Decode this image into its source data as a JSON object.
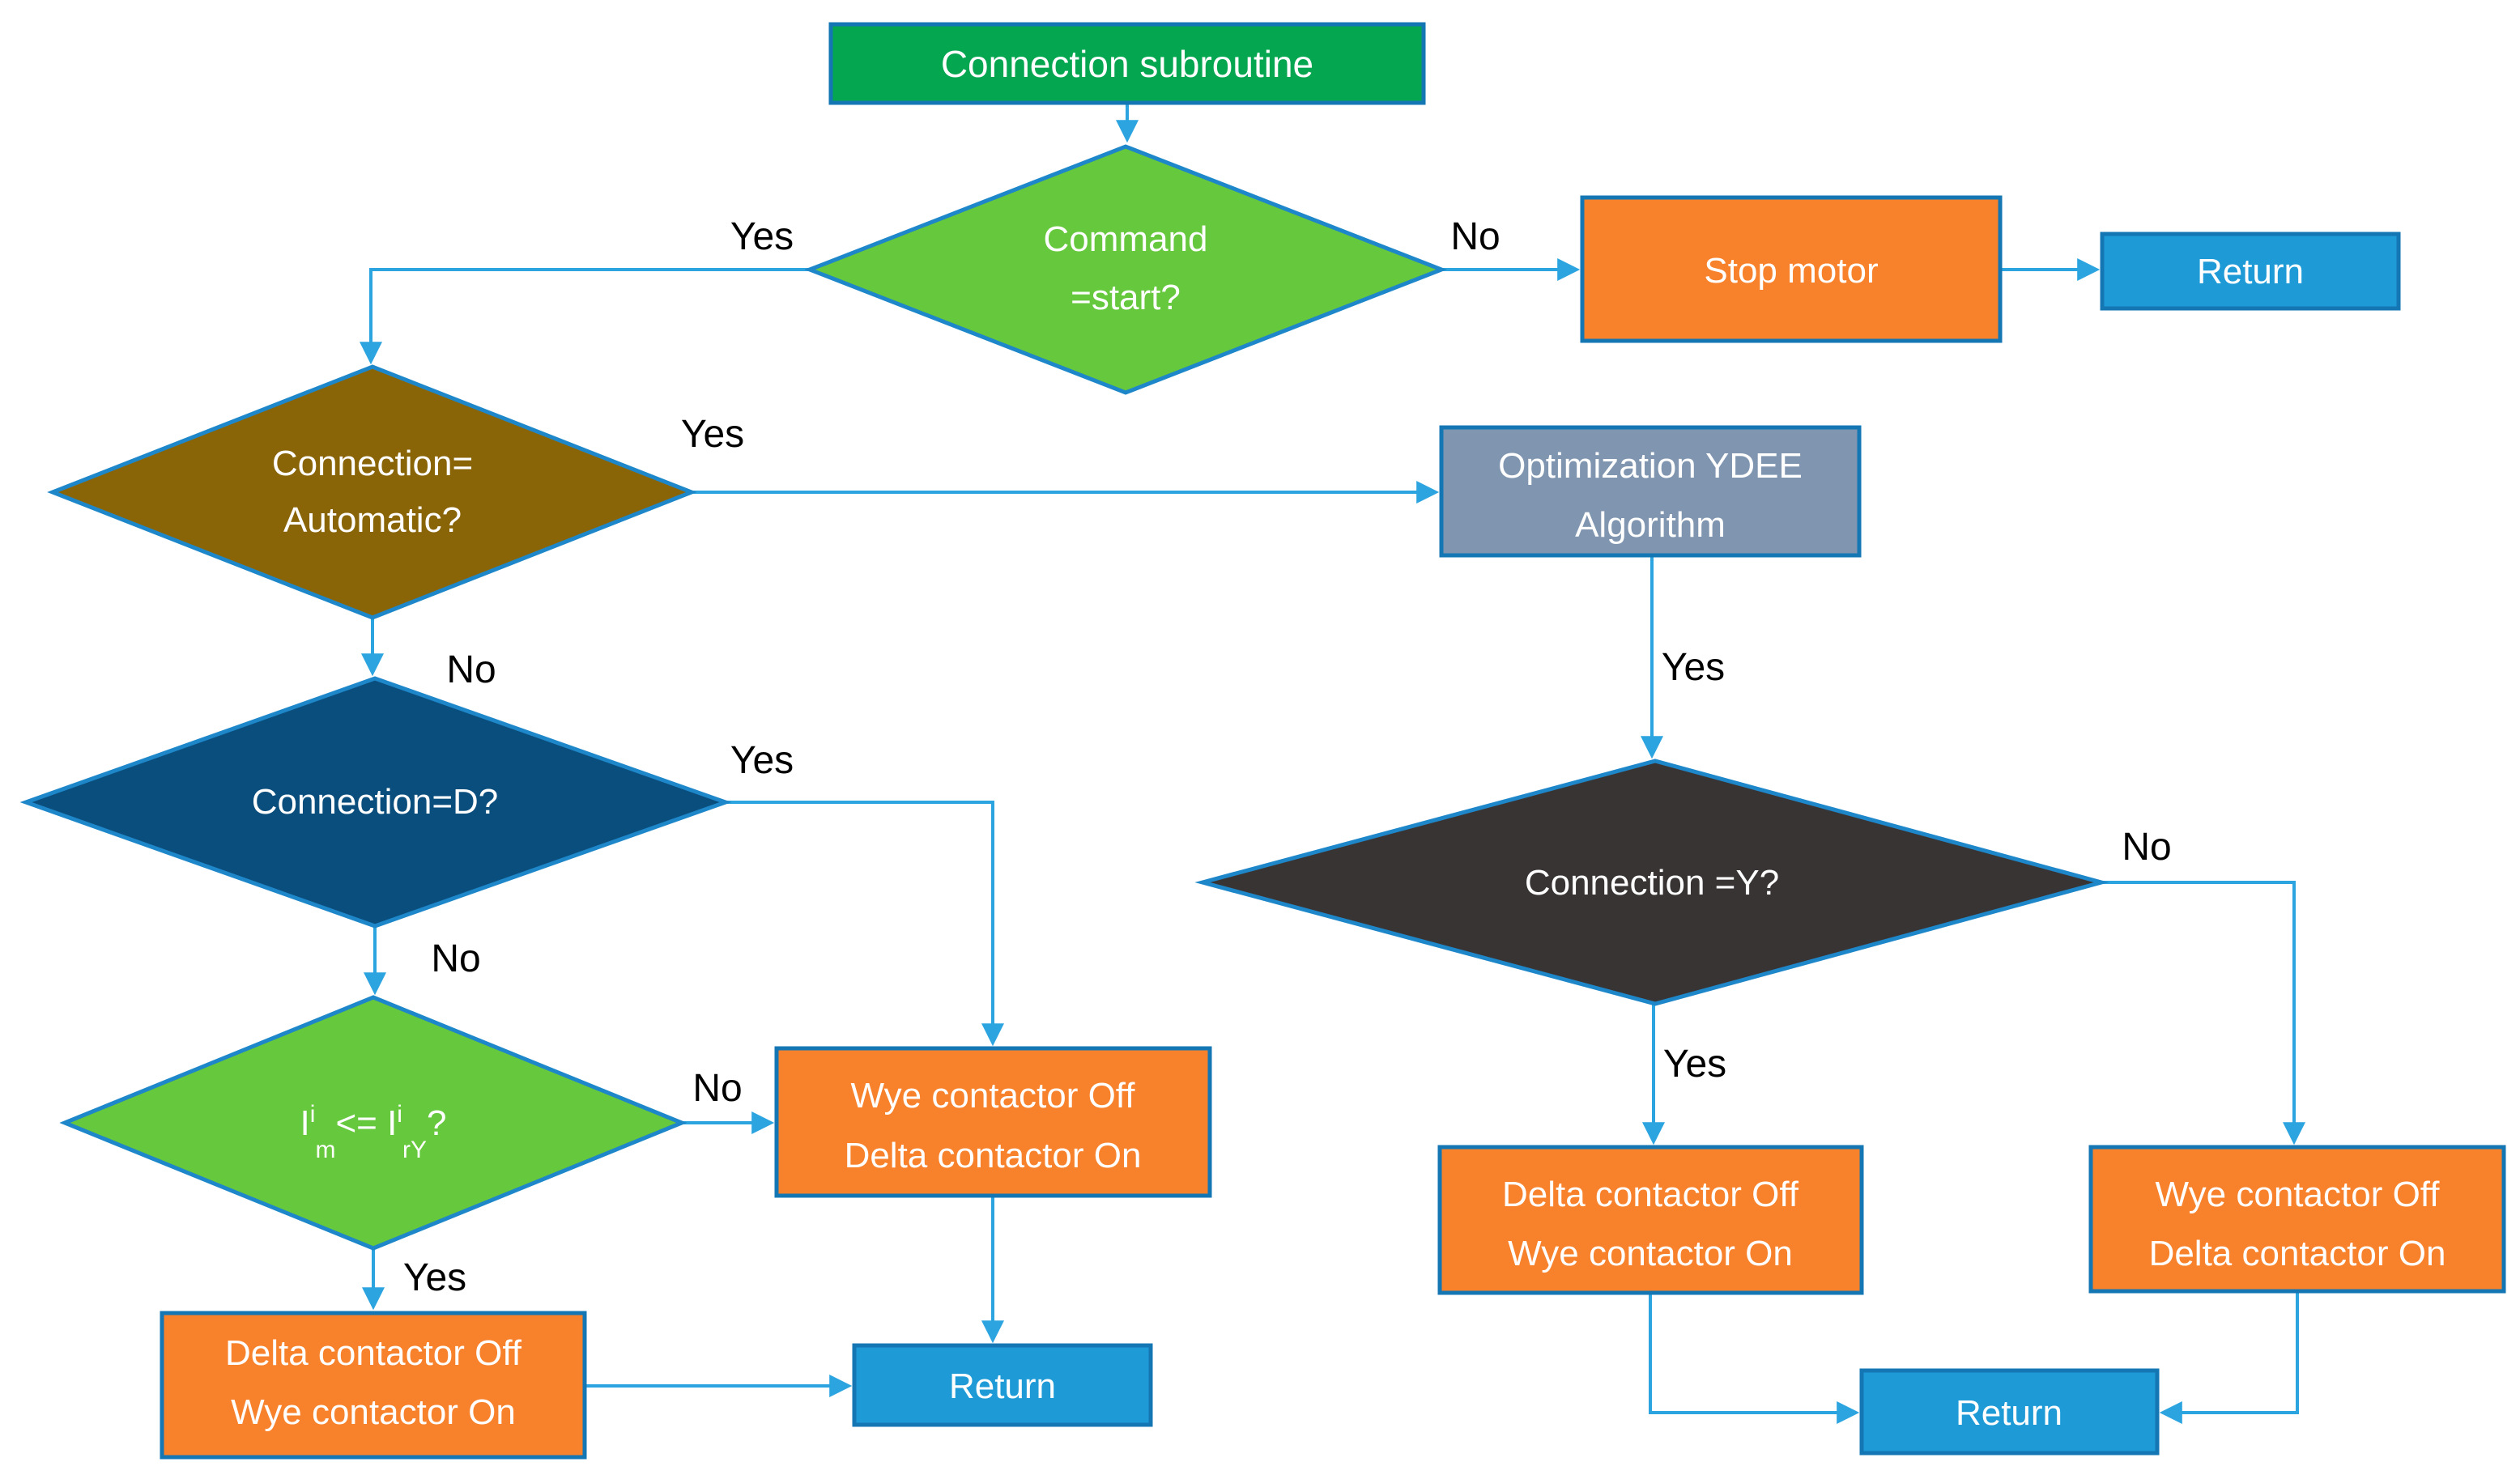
{
  "colors": {
    "background": "#FFFFFF",
    "start_box": "#04A650",
    "decision_green": "#66C83C",
    "process_orange": "#F8812B",
    "return_blue": "#1E9BD7",
    "decision_brown": "#8A6508",
    "optimization_gray_blue": "#8096B0",
    "decision_navy": "#0A4E7D",
    "decision_dark_gray": "#393434",
    "connector_blue": "#2BA4DF",
    "shape_border_blue": "#1576B4",
    "diamond_border_blue": "#1E87C9",
    "shape_text": "#FFFFFF",
    "label_text": "#000000"
  },
  "nodes": {
    "start": {
      "label": "Connection subroutine"
    },
    "command_check": {
      "line1": "Command",
      "line2": "=start?"
    },
    "stop_motor": {
      "label": "Stop motor"
    },
    "return_top": {
      "label": "Return"
    },
    "automatic_check": {
      "line1": "Connection=",
      "line2": "Automatic?"
    },
    "optimization": {
      "line1": "Optimization YDEE",
      "line2": "Algorithm"
    },
    "connection_d_check": {
      "label": "Connection=D?"
    },
    "current_check": {
      "base1": "I",
      "sup1": "i",
      "sub1": "m",
      "mid": "<= I",
      "sup2": "i",
      "sub2": "rY",
      "end": "?"
    },
    "wye_off_delta_on_left": {
      "line1": "Wye contactor Off",
      "line2": "Delta contactor On"
    },
    "delta_off_wye_on_left": {
      "line1": "Delta contactor Off",
      "line2": "Wye contactor On"
    },
    "return_left": {
      "label": "Return"
    },
    "connection_y_check": {
      "label": "Connection =Y?"
    },
    "delta_off_wye_on_mid": {
      "line1": "Delta contactor Off",
      "line2": "Wye contactor On"
    },
    "wye_off_delta_on_right": {
      "line1": "Wye contactor Off",
      "line2": "Delta contactor On"
    },
    "return_right": {
      "label": "Return"
    }
  },
  "edge_labels": {
    "command_yes": "Yes",
    "command_no": "No",
    "automatic_yes": "Yes",
    "automatic_no": "No",
    "d_yes": "Yes",
    "d_no": "No",
    "current_no": "No",
    "current_yes": "Yes",
    "optimization_yes": "Yes",
    "y_no": "No",
    "y_yes": "Yes"
  }
}
